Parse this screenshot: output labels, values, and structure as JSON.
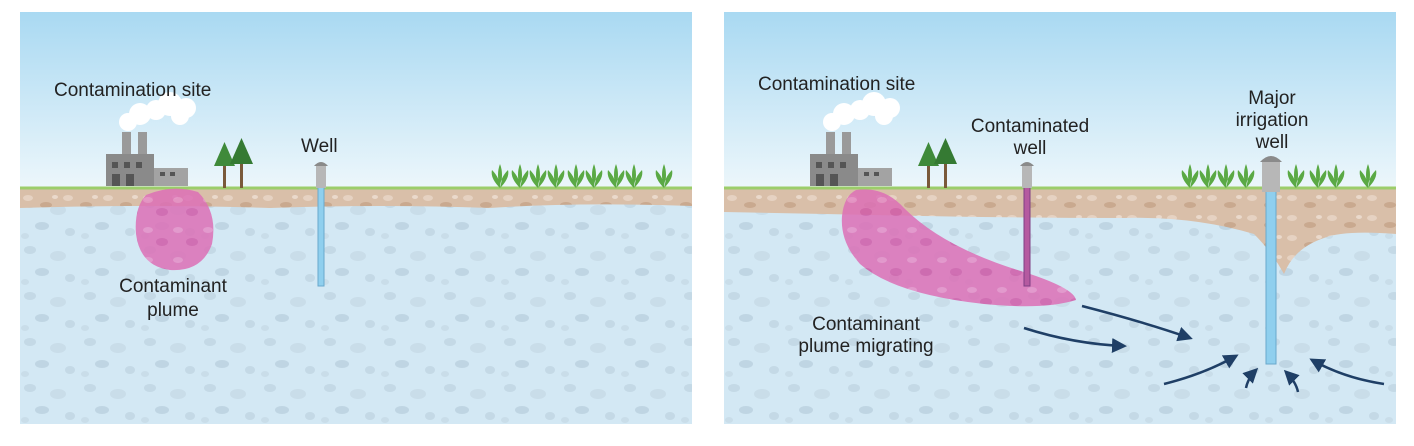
{
  "left_panel": {
    "contamination_site": "Contamination site",
    "well": "Well",
    "plume_line1": "Contaminant",
    "plume_line2": "plume"
  },
  "right_panel": {
    "contamination_site": "Contamination site",
    "contaminated_well_line1": "Contaminated",
    "contaminated_well_line2": "well",
    "irrigation_well_line1": "Major",
    "irrigation_well_line2": "irrigation",
    "irrigation_well_line3": "well",
    "plume_line1": "Contaminant",
    "plume_line2": "plume migrating"
  },
  "colors": {
    "sky_top": "#a9d9f2",
    "sky_bottom": "#eef7fb",
    "grass": "#9ccd6a",
    "soil": "#d9bfa9",
    "aquifer": "#d3e8f4",
    "plume": "#d63ca0",
    "arrow": "#1f3f66",
    "well_water": "#8fcfee",
    "factory": "#8a8a8a",
    "tree": "#3f8a3a",
    "crop": "#5aa944"
  },
  "icons": [
    "factory-icon",
    "smoke-cloud-icon",
    "tree-icon",
    "crop-icon",
    "well-head-icon",
    "flow-arrow-icon"
  ]
}
